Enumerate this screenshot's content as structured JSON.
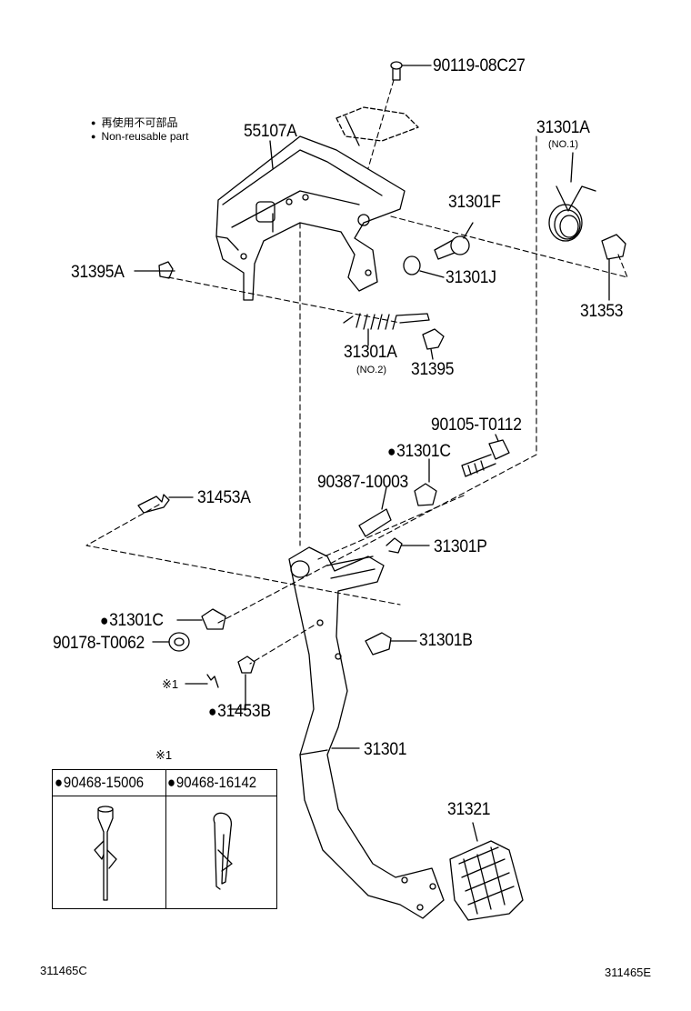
{
  "notes": {
    "line1": "再使用不可部品",
    "line2": "Non-reusable part"
  },
  "parts": {
    "p55107A": "55107A",
    "p90119": "90119-08C27",
    "p31301A_top": "31301A",
    "p31301A_top_sub": "(NO.1)",
    "p31301F": "31301F",
    "p31395A": "31395A",
    "p31301J": "31301J",
    "p31353": "31353",
    "p31301A_mid": "31301A",
    "p31301A_mid_sub": "(NO.2)",
    "p31395": "31395",
    "p90105": "90105-T0112",
    "p31301C_top": "31301C",
    "p90387": "90387-10003",
    "p31453A": "31453A",
    "p31301P": "31301P",
    "p31301C_bot": "31301C",
    "p90178": "90178-T0062",
    "p31301B": "31301B",
    "p31453B": "31453B",
    "p31301": "31301",
    "p31321": "31321",
    "ref_mark_1": "※1",
    "ref_mark_2": "※1"
  },
  "table": {
    "col1": "90468-15006",
    "col2": "90468-16142"
  },
  "footer": {
    "left_code": "311465C",
    "right_code": "311465E"
  }
}
